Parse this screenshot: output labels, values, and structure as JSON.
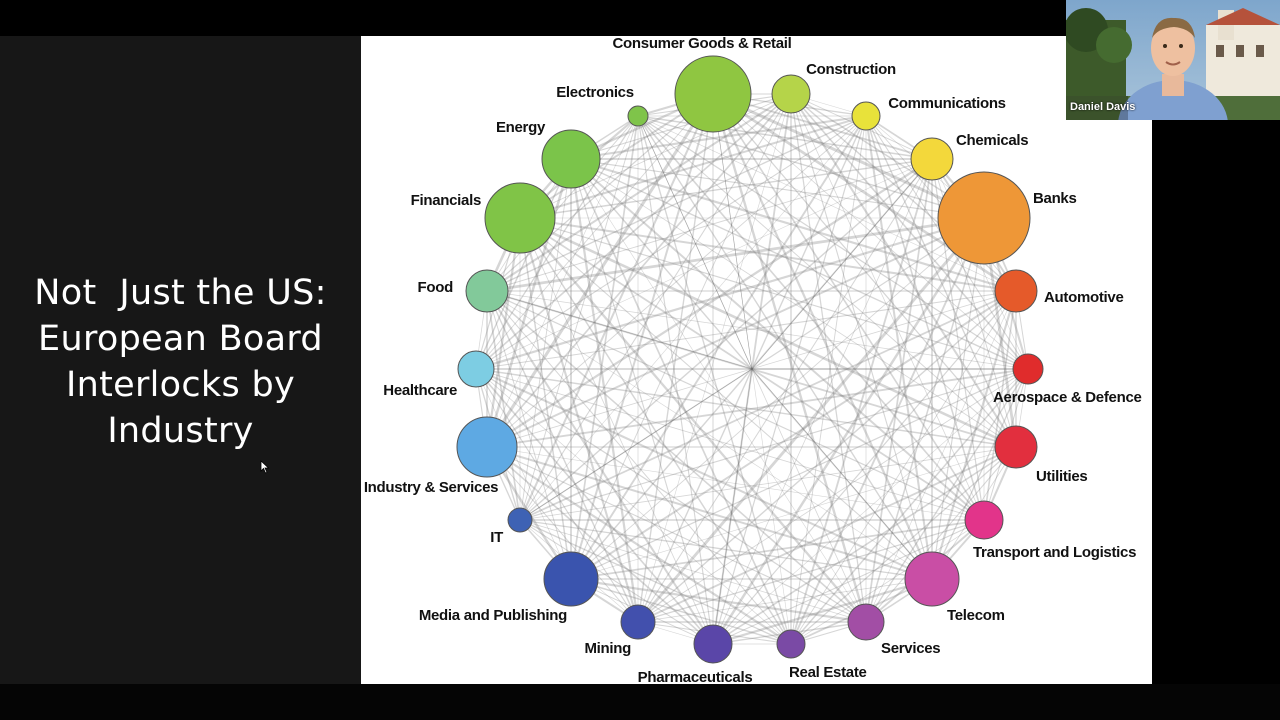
{
  "slide": {
    "title_lines": [
      "Not  Just the US:",
      "European Board",
      "Interlocks by",
      "Industry"
    ]
  },
  "video": {
    "participant_name": "Daniel Davis"
  },
  "network": {
    "nodes": [
      {
        "label": "Consumer Goods & Retail",
        "color": "#8fc641"
      },
      {
        "label": "Construction",
        "color": "#b5d449"
      },
      {
        "label": "Communications",
        "color": "#e8e23a"
      },
      {
        "label": "Chemicals",
        "color": "#f3d83b"
      },
      {
        "label": "Banks",
        "color": "#ee9737"
      },
      {
        "label": "Automotive",
        "color": "#e55a2a"
      },
      {
        "label": "Aerospace & Defence",
        "color": "#e02c2c"
      },
      {
        "label": "Utilities",
        "color": "#e22f3e"
      },
      {
        "label": "Transport and Logistics",
        "color": "#e2348a"
      },
      {
        "label": "Telecom",
        "color": "#c94ea5"
      },
      {
        "label": "Services",
        "color": "#a24ea5"
      },
      {
        "label": "Real Estate",
        "color": "#7a4aa5"
      },
      {
        "label": "Pharmaceuticals",
        "color": "#5a46a8"
      },
      {
        "label": "Mining",
        "color": "#4250ad"
      },
      {
        "label": "Media and Publishing",
        "color": "#3a54ae"
      },
      {
        "label": "IT",
        "color": "#3e62b4"
      },
      {
        "label": "Industry & Services",
        "color": "#5ea9e3"
      },
      {
        "label": "Healthcare",
        "color": "#7dcde3"
      },
      {
        "label": "Food",
        "color": "#82c99a"
      },
      {
        "label": "Financials",
        "color": "#80c447"
      },
      {
        "label": "Energy",
        "color": "#7bc44a"
      },
      {
        "label": "Electronics",
        "color": "#7fc44a"
      }
    ]
  }
}
